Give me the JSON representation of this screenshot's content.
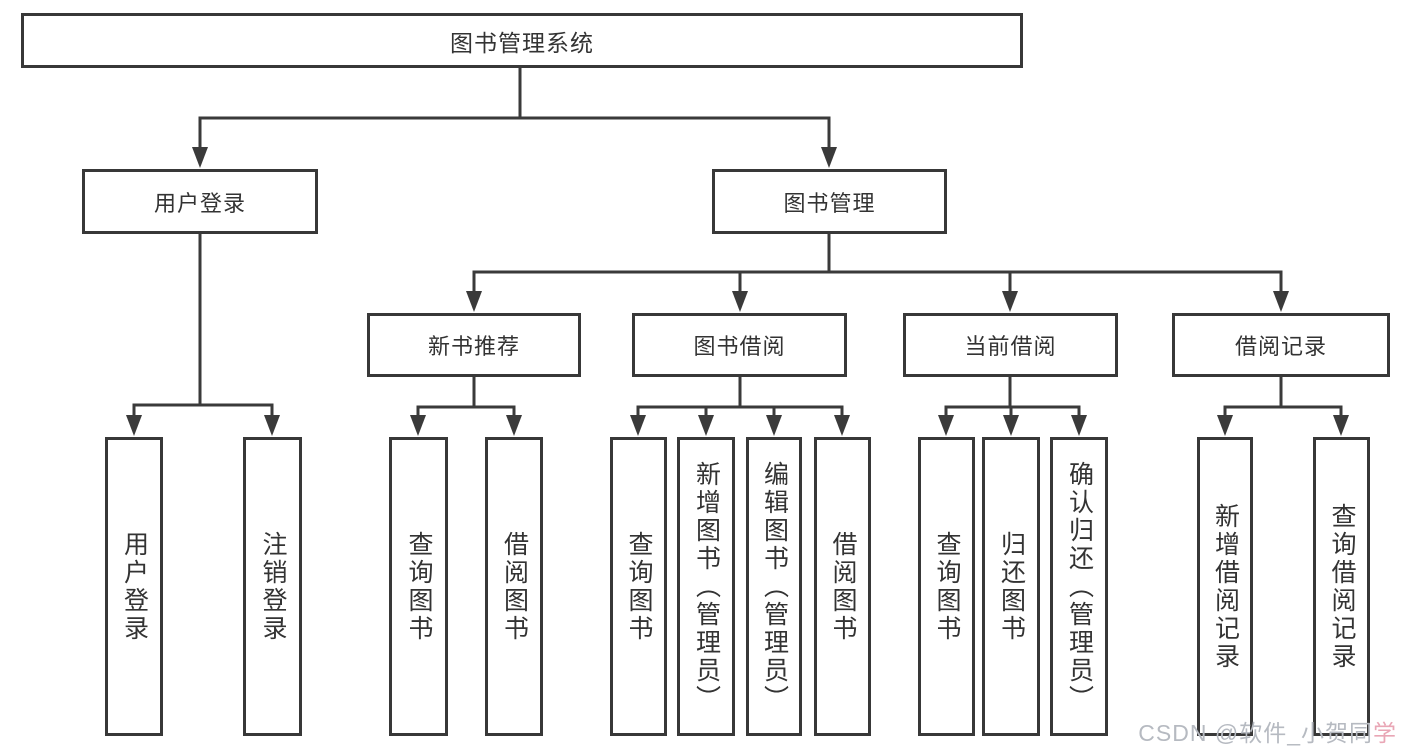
{
  "colors": {
    "line": "#3a3a3a",
    "box_border": "#383838",
    "text": "#333333",
    "background": "#ffffff",
    "watermark": "#b6bac1",
    "watermark_accent": "#e9a6b5"
  },
  "tree": {
    "root": {
      "label": "图书管理系统"
    },
    "level2": [
      {
        "label": "用户登录"
      },
      {
        "label": "图书管理"
      }
    ],
    "level3": [
      {
        "label": "新书推荐"
      },
      {
        "label": "图书借阅"
      },
      {
        "label": "当前借阅"
      },
      {
        "label": "借阅记录"
      }
    ],
    "leaves": {
      "user_login": [
        "用户登录",
        "注销登录"
      ],
      "new_book_recommend": [
        "查询图书",
        "借阅图书"
      ],
      "book_borrow": [
        "查询图书",
        "新增图书（管理员）",
        "编辑图书（管理员）",
        "借阅图书"
      ],
      "current_borrow": [
        "查询图书",
        "归还图书",
        "确认归还（管理员）"
      ],
      "borrow_records": [
        "新增借阅记录",
        "查询借阅记录"
      ]
    }
  },
  "watermark": {
    "text_main": "CSDN @软件_小贺同",
    "text_accent": "学"
  }
}
